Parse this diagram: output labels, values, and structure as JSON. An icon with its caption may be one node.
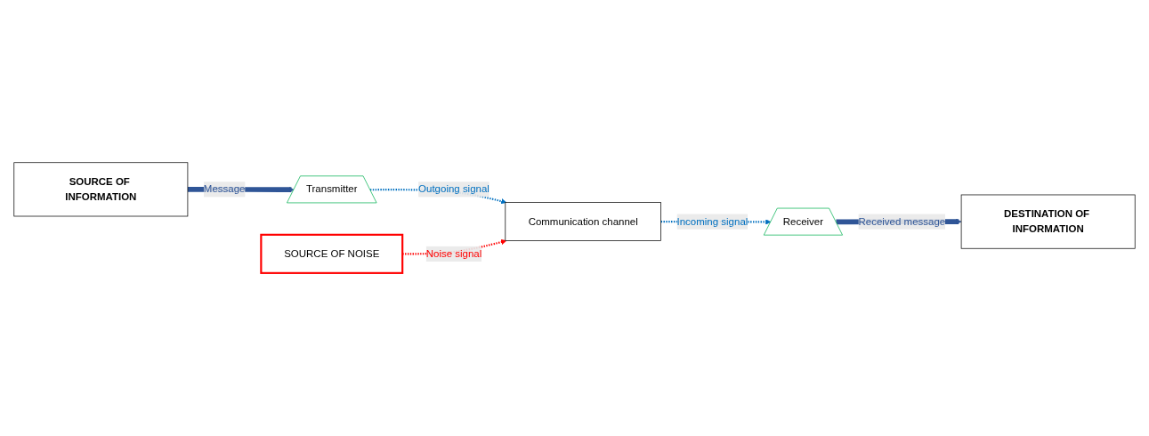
{
  "diagram": {
    "nodes": [
      {
        "text": [
          "SOURCE OF INFORMATION"
        ]
      },
      {
        "text": [
          "Transmitter"
        ]
      },
      {
        "text": [
          "Communication channel"
        ]
      },
      {
        "text": [
          "SOURCE OF NOISE"
        ]
      },
      {
        "text": [
          "DESTINATION OF INFORMATION"
        ]
      },
      {
        "text": [
          "Receiver"
        ]
      }
    ],
    "edges": [
      {
        "from": 0,
        "to": 1,
        "arrow": "to",
        "label": "Message",
        "style": "thick",
        "color": "#2f5597"
      },
      {
        "from": 1,
        "to": 2,
        "arrow": "to",
        "label": "Outgoing signal",
        "style": "dashed",
        "color": "#0070c0"
      },
      {
        "from": 3,
        "to": 2,
        "arrow": "to",
        "label": "Noise signal",
        "style": "dashed",
        "color": "#ff0000"
      },
      {
        "from": 2,
        "to": 5,
        "arrow": "to",
        "label": "Incoming signal",
        "style": "dashed",
        "color": "#0070c0"
      },
      {
        "from": 5,
        "to": 4,
        "arrow": "to",
        "label": "Received message",
        "style": "thick",
        "color": "#2f5597"
      }
    ]
  }
}
